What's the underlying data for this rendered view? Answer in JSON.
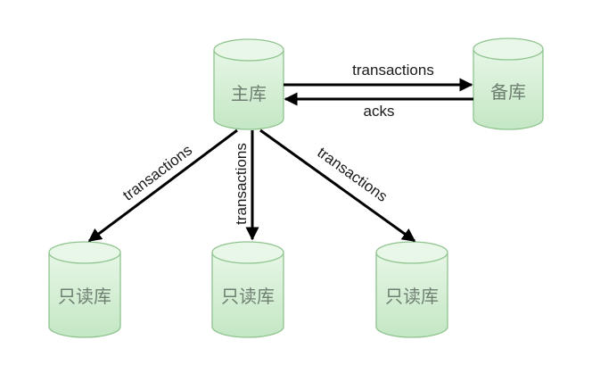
{
  "diagram": {
    "nodes": [
      {
        "id": "master",
        "label": "主库"
      },
      {
        "id": "standby",
        "label": "备库"
      },
      {
        "id": "replica-left",
        "label": "只读库"
      },
      {
        "id": "replica-middle",
        "label": "只读库"
      },
      {
        "id": "replica-right",
        "label": "只读库"
      }
    ],
    "edges": [
      {
        "from": "master",
        "to": "standby",
        "label": "transactions"
      },
      {
        "from": "standby",
        "to": "master",
        "label": "acks"
      },
      {
        "from": "master",
        "to": "replica-left",
        "label": "transactions"
      },
      {
        "from": "master",
        "to": "replica-middle",
        "label": "transactions"
      },
      {
        "from": "master",
        "to": "replica-right",
        "label": "transactions"
      }
    ],
    "colors": {
      "node_fill_top": "#e3f5e3",
      "node_fill_bottom": "#c6e8c6",
      "node_stroke": "#8fc48f",
      "node_text": "#6f7f72",
      "edge": "#000000"
    }
  }
}
